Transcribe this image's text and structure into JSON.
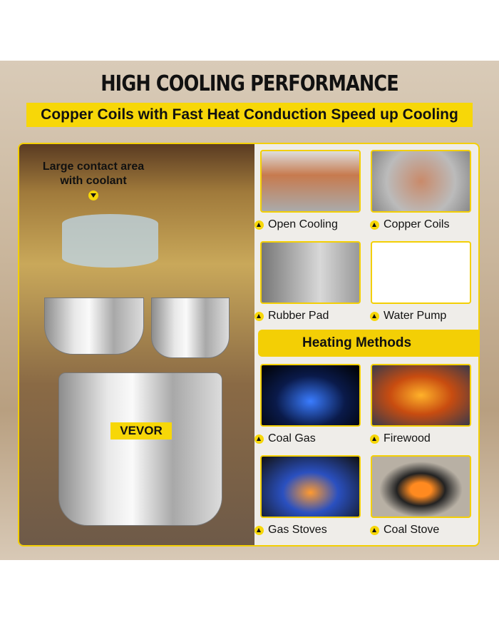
{
  "header": {
    "title": "HIGH COOLING PERFORMANCE",
    "subtitle": "Copper Coils with Fast Heat Conduction Speed up Cooling"
  },
  "main": {
    "callout": {
      "line1": "Large contact area",
      "line2": "with coolant"
    },
    "brand": "VEVOR",
    "components": [
      {
        "label": "Open Cooling"
      },
      {
        "label": "Copper Coils"
      },
      {
        "label": "Rubber Pad"
      },
      {
        "label": "Water Pump"
      }
    ],
    "heating_title": "Heating Methods",
    "heating": [
      {
        "label": "Coal Gas"
      },
      {
        "label": "Firewood"
      },
      {
        "label": "Gas Stoves"
      },
      {
        "label": "Coal Stove"
      }
    ]
  },
  "colors": {
    "accent": "#f7d708"
  }
}
